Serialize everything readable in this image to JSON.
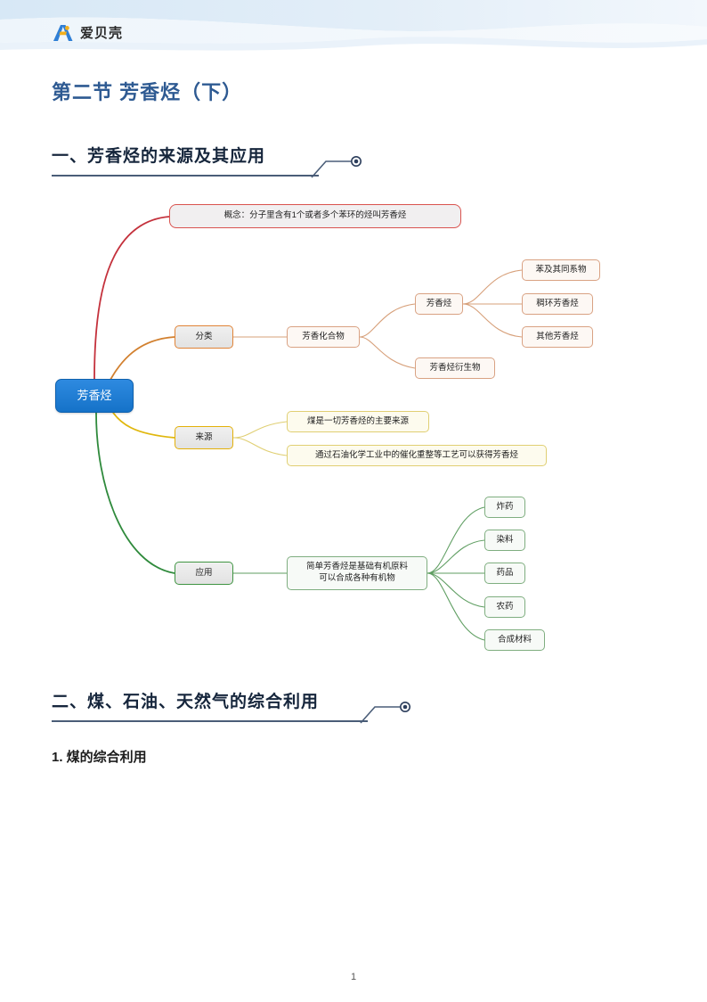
{
  "header": {
    "logo_icon": "abeike-logo-icon",
    "brand": "爱贝壳"
  },
  "document": {
    "title": "第二节 芳香烃（下）",
    "page_number": "1"
  },
  "sections": [
    {
      "id": "section-1",
      "heading": "一、芳香烃的来源及其应用"
    },
    {
      "id": "section-2",
      "heading": "二、煤、石油、天然气的综合利用"
    }
  ],
  "subheading": "1. 煤的综合利用",
  "mindmap": {
    "root": {
      "label": "芳香烃"
    },
    "branches": [
      {
        "key": "concept",
        "color": "#c4313c",
        "label": "概念：分子里含有1个或者多个苯环的烃叫芳香烃"
      },
      {
        "key": "classification",
        "color": "#d2802f",
        "label": "分类",
        "child": {
          "label": "芳香化合物",
          "children": [
            {
              "label": "芳香烃",
              "children": [
                {
                  "label": "苯及其同系物"
                },
                {
                  "label": "稠环芳香烃"
                },
                {
                  "label": "其他芳香烃"
                }
              ]
            },
            {
              "label": "芳香烃衍生物"
            }
          ]
        }
      },
      {
        "key": "source",
        "color": "#e0b70d",
        "label": "来源",
        "children": [
          {
            "label": "煤是一切芳香烃的主要来源"
          },
          {
            "label": "通过石油化学工业中的催化重整等工艺可以获得芳香烃"
          }
        ]
      },
      {
        "key": "application",
        "color": "#2f8a3c",
        "label": "应用",
        "child": {
          "label": "简单芳香烃是基础有机原料\n可以合成各种有机物",
          "children": [
            {
              "label": "炸药"
            },
            {
              "label": "染料"
            },
            {
              "label": "药品"
            },
            {
              "label": "农药"
            },
            {
              "label": "合成材料"
            }
          ]
        }
      }
    ]
  }
}
